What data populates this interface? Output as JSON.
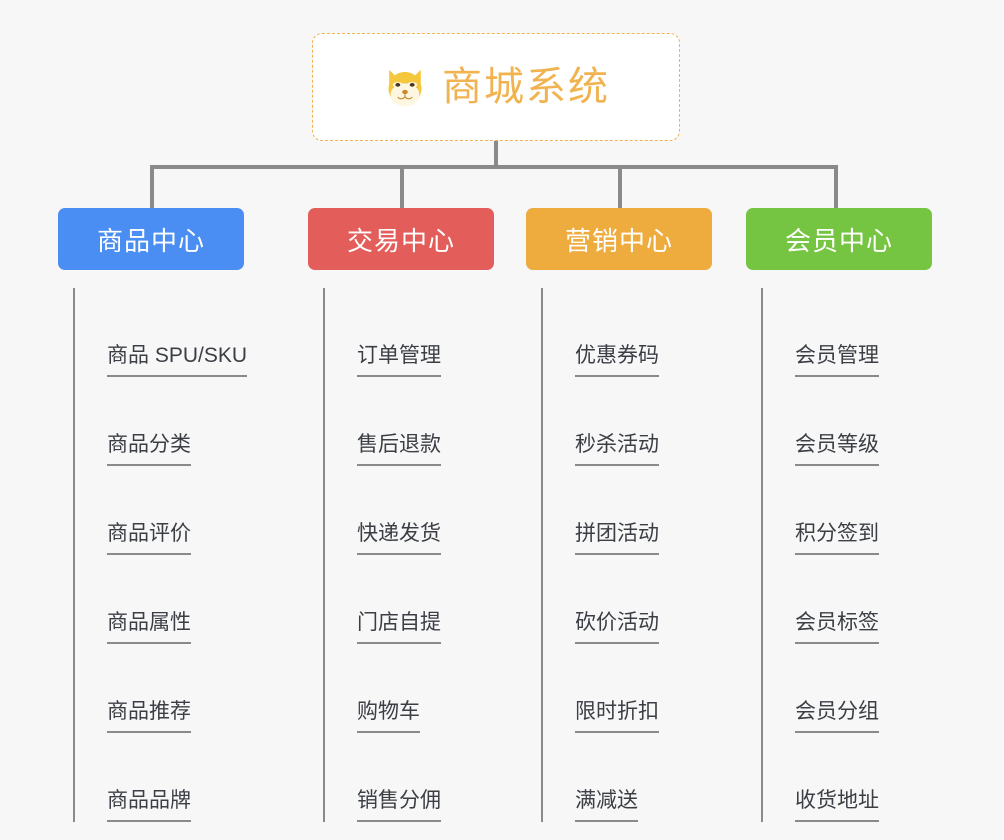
{
  "background_color": "#f7f7f7",
  "root": {
    "title": "商城系统",
    "icon": "shiba-dog-face-icon",
    "color": "#f0b350",
    "border_style": "dashed"
  },
  "connector_color": "#8a8a8a",
  "branches": [
    {
      "title": "商品中心",
      "color": "#4a8ef3",
      "items": [
        "商品 SPU/SKU",
        "商品分类",
        "商品评价",
        "商品属性",
        "商品推荐",
        "商品品牌"
      ]
    },
    {
      "title": "交易中心",
      "color": "#e35d5b",
      "items": [
        "订单管理",
        "售后退款",
        "快递发货",
        "门店自提",
        "购物车",
        "销售分佣"
      ]
    },
    {
      "title": "营销中心",
      "color": "#eeac3e",
      "items": [
        "优惠券码",
        "秒杀活动",
        "拼团活动",
        "砍价活动",
        "限时折扣",
        "满减送"
      ]
    },
    {
      "title": "会员中心",
      "color": "#75c442",
      "items": [
        "会员管理",
        "会员等级",
        "积分签到",
        "会员标签",
        "会员分组",
        "收货地址"
      ]
    }
  ]
}
